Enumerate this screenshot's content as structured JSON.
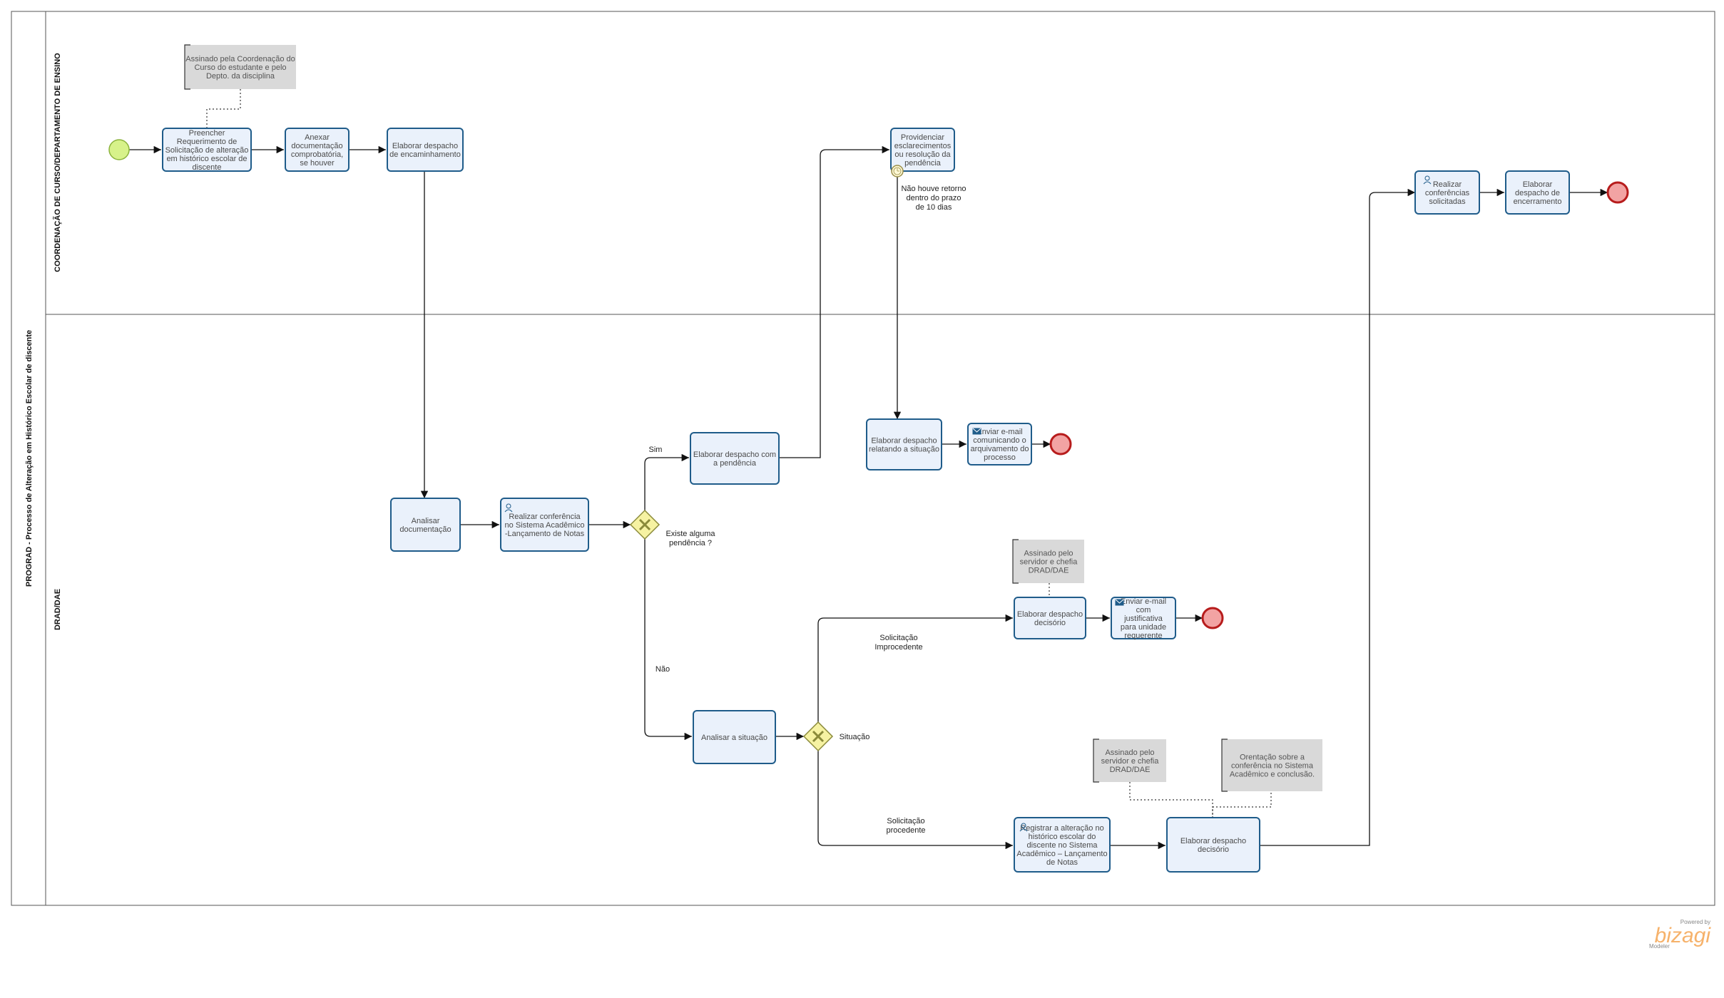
{
  "pool": {
    "title": "PROGRAD - Processo de Alteração em Histórico Escolar de discente"
  },
  "lanes": [
    {
      "id": "lane1",
      "title": "COORDENAÇÃO DE CURSO/DEPARTAMENTO DE ENSINO"
    },
    {
      "id": "lane2",
      "title": "DRAD/DAE"
    }
  ],
  "tasks": {
    "t_preencher": [
      "Preencher",
      "Requerimento de",
      "Solicitação de alteração",
      "em histórico escolar de",
      "discente"
    ],
    "t_anexar": [
      "Anexar",
      "documentação",
      "comprobatória,",
      "se houver"
    ],
    "t_elab_encam": [
      "Elaborar despacho",
      "de encaminhamento"
    ],
    "t_providenciar": [
      "Providenciar",
      "esclarecimentos",
      "ou resolução da",
      "pendência"
    ],
    "t_realizar_conf_sol": [
      "Realizar",
      "conferências",
      "solicitadas"
    ],
    "t_elab_encerr": [
      "Elaborar",
      "despacho de",
      "encerramento"
    ],
    "t_analisar_doc": [
      "Analisar",
      "documentação"
    ],
    "t_realizar_conf_sis": [
      "Realizar conferência",
      "no Sistema Acadêmico",
      "-Lançamento de Notas"
    ],
    "t_elab_pend": [
      "Elaborar despacho com",
      "a pendência"
    ],
    "t_elab_relat": [
      "Elaborar despacho",
      "relatando a situação"
    ],
    "t_enviar_arq": [
      "Enviar e-mail",
      "comunicando o",
      "arquivamento do",
      "processo"
    ],
    "t_elab_dec1": [
      "Elaborar despacho",
      "decisório"
    ],
    "t_enviar_just": [
      "Enviar e-mail",
      "com",
      "justificativa",
      "para unidade",
      "requerente"
    ],
    "t_analisar_sit": [
      "Analisar a situação"
    ],
    "t_registrar": [
      "Registrar a alteração no",
      "histórico escolar do",
      "discente no Sistema",
      "Acadêmico – Lançamento",
      "de Notas"
    ],
    "t_elab_dec2": [
      "Elaborar despacho",
      "decisório"
    ]
  },
  "annotations": {
    "a1": [
      "Assinado pela Coordenação do",
      "Curso do estudante e pelo",
      "Depto. da disciplina"
    ],
    "a2": [
      "Assinado pelo",
      "servidor e chefia",
      "DRAD/DAE"
    ],
    "a3": [
      "Assinado pelo",
      "servidor e chefia",
      "DRAD/DAE"
    ],
    "a4": [
      "Orentação sobre a",
      "conferência no Sistema",
      "Acadêmico e conclusão."
    ]
  },
  "labels": {
    "timer": [
      "Não houve retorno",
      "dentro do prazo",
      "de 10 dias"
    ],
    "gw1": [
      "Existe alguma",
      "pendência ?"
    ],
    "sim": "Sim",
    "nao": "Não",
    "situacao": "Situação",
    "improcedente": [
      "Solicitação",
      "Improcedente"
    ],
    "procedente": [
      "Solicitação",
      "procedente"
    ]
  },
  "branding": {
    "powered": "Powered by",
    "name": "bizagi",
    "product": "Modeler"
  },
  "colors": {
    "task_fill": "#eaf1fb",
    "task_stroke": "#1f5c8a",
    "start_fill": "#d7f28a",
    "end_fill": "#f2a3a3",
    "gateway_fill": "#f6f2a2",
    "annotation_fill": "#d9d9d9"
  }
}
